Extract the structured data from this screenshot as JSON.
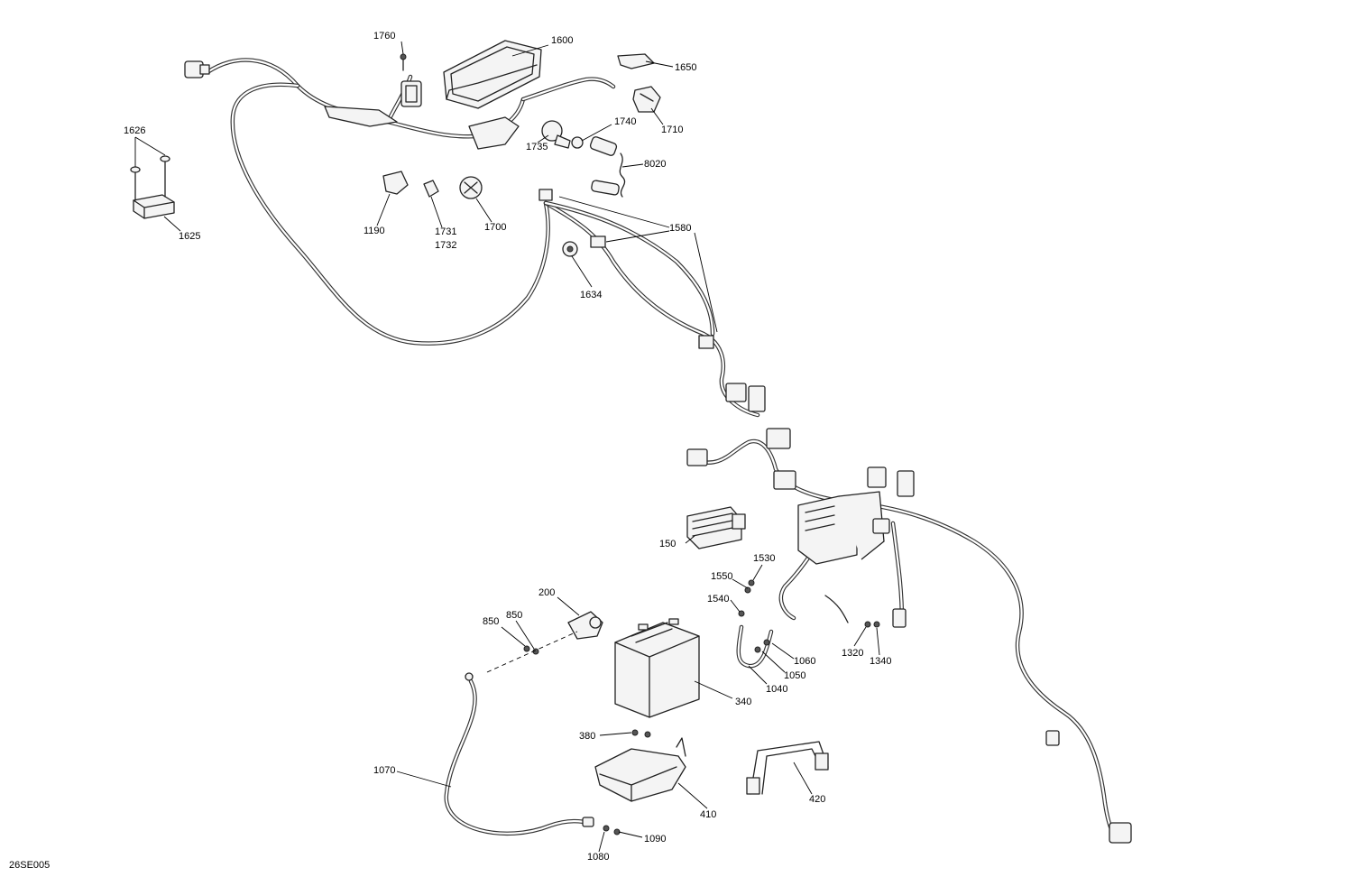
{
  "diagram": {
    "code": "26SE005",
    "labels": [
      "1760",
      "1600",
      "1650",
      "1710",
      "1740",
      "1735",
      "8020",
      "1626",
      "1625",
      "1190",
      "1731",
      "1732",
      "1700",
      "1580",
      "1634",
      "150",
      "1530",
      "1550",
      "1540",
      "1060",
      "1050",
      "1040",
      "1320",
      "1340",
      "200",
      "850",
      "850",
      "340",
      "380",
      "410",
      "420",
      "1070",
      "1080",
      "1090"
    ]
  }
}
